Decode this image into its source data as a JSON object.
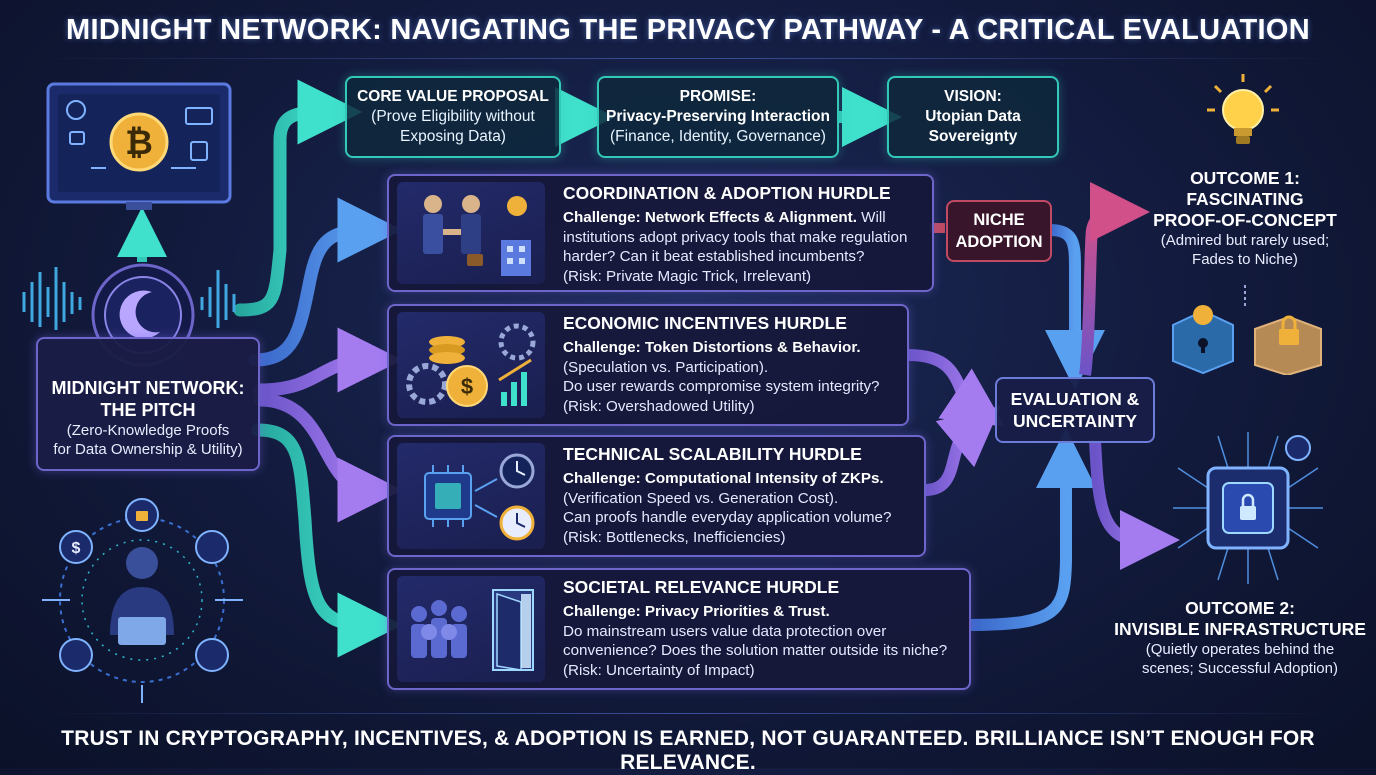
{
  "title": "MIDNIGHT NETWORK: NAVIGATING THE PRIVACY PATHWAY - A CRITICAL EVALUATION",
  "footer": "TRUST IN CRYPTOGRAPHY, INCENTIVES, & ADOPTION IS EARNED, NOT GUARANTEED. BRILLIANCE ISN’T ENOUGH FOR RELEVANCE.",
  "top_flow": {
    "core": {
      "title": "CORE VALUE PROPOSAL",
      "line1": "(Prove Eligibility without",
      "line2": "Exposing Data)"
    },
    "promise": {
      "title": "PROMISE:",
      "line1": "Privacy-Preserving Interaction",
      "line2": "(Finance, Identity, Governance)"
    },
    "vision": {
      "title": "VISION:",
      "line1": "Utopian Data",
      "line2": "Sovereignty"
    }
  },
  "pitch": {
    "title1": "MIDNIGHT NETWORK:",
    "title2": "THE PITCH",
    "line1": "(Zero-Knowledge Proofs",
    "line2": "for Data Ownership & Utility)"
  },
  "hurdles": [
    {
      "title": "COORDINATION & ADOPTION HURDLE",
      "challenge": "Challenge: Network Effects & Alignment.",
      "after": " Will",
      "lines": [
        "institutions adopt privacy tools that make regulation",
        "harder? Can it beat established incumbents?",
        "(Risk: Private Magic Trick, Irrelevant)"
      ]
    },
    {
      "title": "ECONOMIC INCENTIVES HURDLE",
      "challenge": "Challenge: Token Distortions & Behavior.",
      "after": "",
      "lines": [
        "(Speculation vs. Participation).",
        "Do user rewards compromise system integrity?",
        "(Risk: Overshadowed Utility)"
      ]
    },
    {
      "title": "TECHNICAL SCALABILITY HURDLE",
      "challenge": "Challenge: Computational Intensity of ZKPs.",
      "after": "",
      "lines": [
        "(Verification Speed vs. Generation Cost).",
        "Can proofs handle everyday application volume?",
        "(Risk: Bottlenecks, Inefficiencies)"
      ]
    },
    {
      "title": "SOCIETAL RELEVANCE HURDLE",
      "challenge": "Challenge: Privacy Priorities & Trust.",
      "after": "",
      "lines": [
        "Do mainstream users value data protection over",
        "convenience? Does the solution matter outside its niche?",
        "(Risk: Uncertainty of Impact)"
      ]
    }
  ],
  "niche": {
    "line1": "NICHE",
    "line2": "ADOPTION"
  },
  "evaluation": {
    "line1": "EVALUATION &",
    "line2": "UNCERTAINTY"
  },
  "outcome1": {
    "title1": "OUTCOME 1:",
    "title2": "FASCINATING",
    "title3": "PROOF-OF-CONCEPT",
    "line1": "(Admired but rarely used;",
    "line2": "Fades to Niche)"
  },
  "outcome2": {
    "title1": "OUTCOME 2:",
    "title2": "INVISIBLE INFRASTRUCTURE",
    "line1": "(Quietly operates behind the",
    "line2": "scenes; Successful Adoption)"
  },
  "colors": {
    "teal": "#33c9b8",
    "purple": "#8b6ae0",
    "blue": "#4f8fe0",
    "pink": "#c04a7a",
    "gold": "#f0b13a"
  }
}
